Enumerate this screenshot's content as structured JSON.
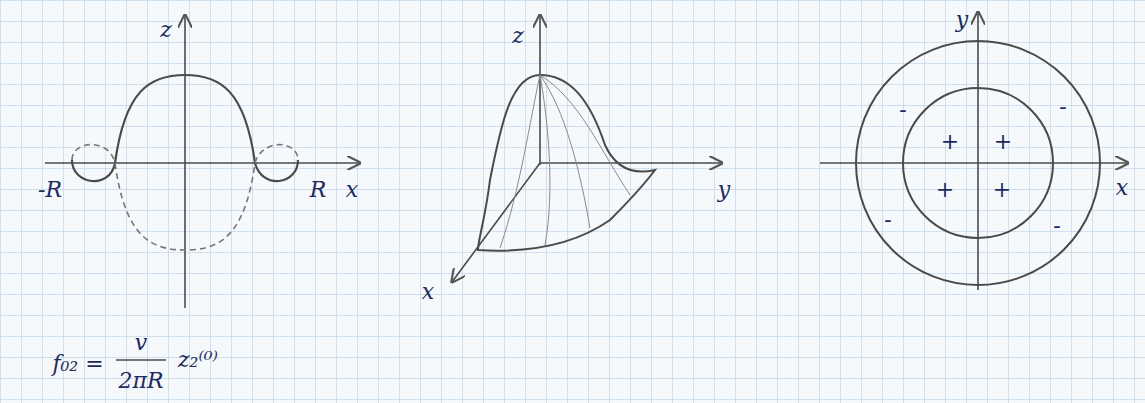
{
  "diagram": {
    "labels": [
      "z",
      "-R",
      "R",
      "x",
      "f₀₂ =",
      "v",
      "2πR",
      "z₂⁽⁰⁾",
      "z",
      "y",
      "x",
      "y",
      "x",
      "+",
      "+",
      "+",
      "+",
      "-",
      "-",
      "-",
      "-"
    ]
  }
}
